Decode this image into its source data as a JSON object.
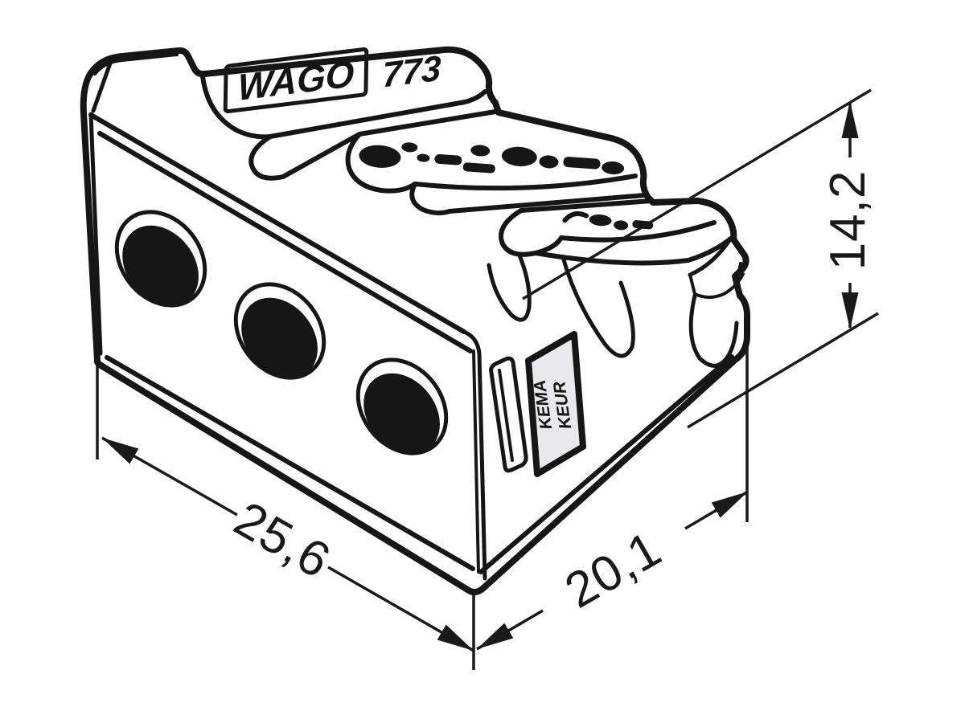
{
  "drawing": {
    "product": {
      "brand": "WAGO",
      "series": "773",
      "approval_label": {
        "line1": "KEMA",
        "line2": "KEUR"
      }
    },
    "dimensions": {
      "width": {
        "value": "25,6"
      },
      "depth": {
        "value": "20,1"
      },
      "height": {
        "value": "14,2"
      }
    },
    "features": {
      "wire_holes": 3,
      "push_button_ridges": 3,
      "icons": [
        "wire-hole",
        "test-slot",
        "kema-keur-label",
        "approval-marks",
        "rating-marks",
        "dimension-arrow"
      ]
    },
    "colors": {
      "body": "#e8e9ea",
      "line": "#161616",
      "text": "#1a1a1a",
      "background": "#ffffff"
    }
  }
}
